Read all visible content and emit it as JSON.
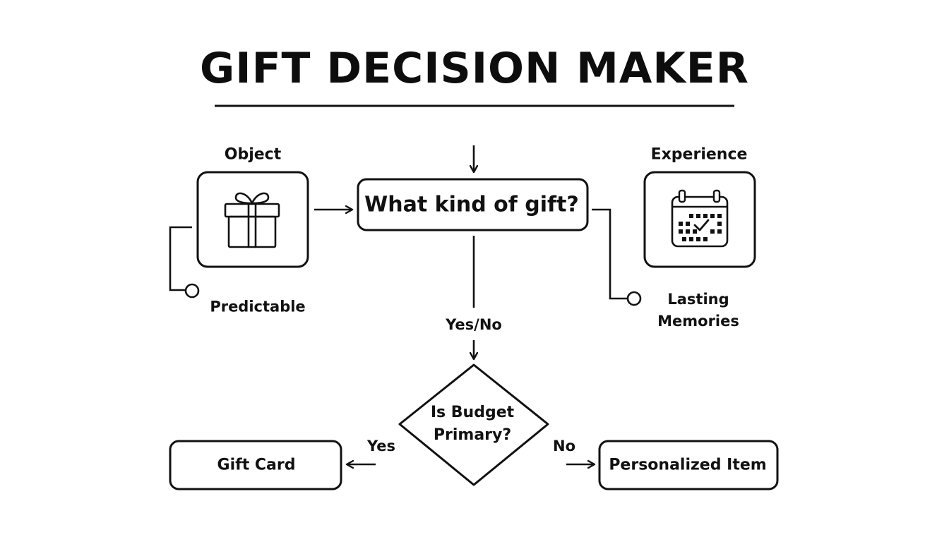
{
  "title": "GIFT DECISION MAKER",
  "question": "What kind of gift?",
  "option_left": {
    "label": "Object",
    "icon": "gift-icon",
    "caption": "Predictable"
  },
  "option_right": {
    "label": "Experience",
    "icon": "calendar-check-icon",
    "caption_line1": "Lasting",
    "caption_line2": "Memories"
  },
  "connector_label": "Yes/No",
  "decision": {
    "line1": "Is Budget",
    "line2": "Primary?"
  },
  "branch_yes": {
    "label": "Yes",
    "outcome": "Gift Card"
  },
  "branch_no": {
    "label": "No",
    "outcome": "Personalized Item"
  },
  "colors": {
    "ink": "#111111",
    "background": "#ffffff"
  }
}
